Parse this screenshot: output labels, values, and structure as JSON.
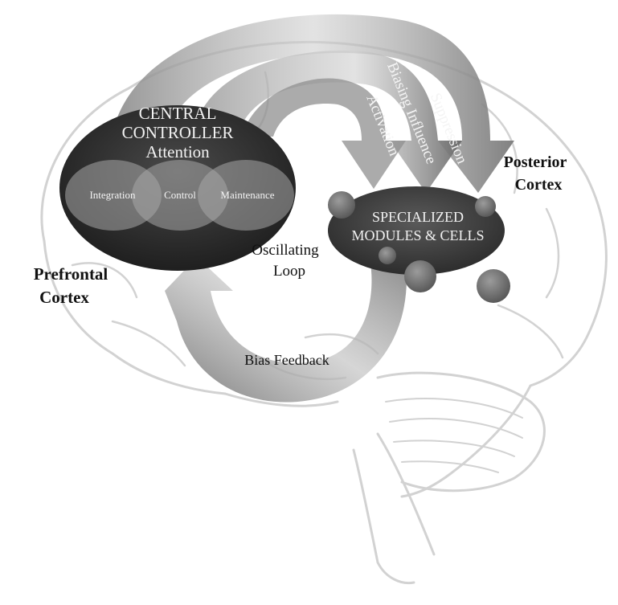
{
  "labels": {
    "central_controller_line1": "CENTRAL",
    "central_controller_line2": "CONTROLLER",
    "attention": "Attention",
    "integration": "Integration",
    "control": "Control",
    "maintenance": "Maintenance",
    "specialized_line1": "SPECIALIZED",
    "specialized_line2": "MODULES & CELLS",
    "activation": "Activation",
    "biasing_influence": "Biasing Influence",
    "suppression": "Suppression",
    "posterior_line1": "Posterior",
    "posterior_line2": "Cortex",
    "prefrontal_line1": "Prefrontal",
    "prefrontal_line2": "Cortex",
    "oscillating_line1": "Oscillating",
    "oscillating_line2": "Loop",
    "bias_feedback": "Bias Feedback"
  },
  "colors": {
    "brain_outline": "#cfcfcf",
    "arrow_dark": "#6e6e6e",
    "arrow_light": "#bdbdbd",
    "controller_fill": "#3a3a3a",
    "module_fill": "#444444",
    "subcircle_fill": "#9a9a9a",
    "dot_fill": "#7b7b7b",
    "text_light": "#f2f2f2",
    "text_dark": "#111111"
  }
}
